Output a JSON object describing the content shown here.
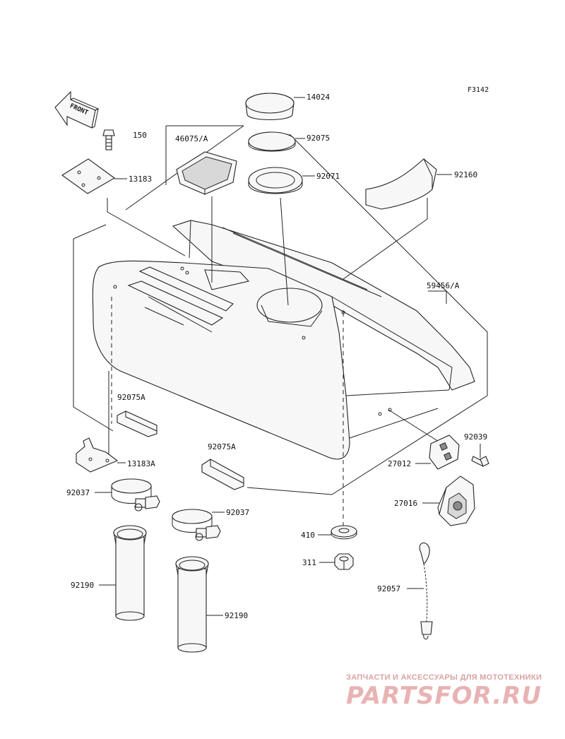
{
  "figure_code": "F3142",
  "front_arrow": {
    "text": "FRONT"
  },
  "part_labels": [
    {
      "id": "p14024",
      "text": "14024"
    },
    {
      "id": "p92075a",
      "text": "92075"
    },
    {
      "id": "p92071",
      "text": "92071"
    },
    {
      "id": "p92160",
      "text": "92160"
    },
    {
      "id": "p46075",
      "text": "46075/A"
    },
    {
      "id": "p150",
      "text": "150"
    },
    {
      "id": "p13183",
      "text": "13183"
    },
    {
      "id": "p59456",
      "text": "59456/A"
    },
    {
      "id": "p92075A1",
      "text": "92075A"
    },
    {
      "id": "p92075A2",
      "text": "92075A"
    },
    {
      "id": "p13183A",
      "text": "13183A"
    },
    {
      "id": "p92039",
      "text": "92039"
    },
    {
      "id": "p27012",
      "text": "27012"
    },
    {
      "id": "p27016",
      "text": "27016"
    },
    {
      "id": "p92037a",
      "text": "92037"
    },
    {
      "id": "p92037b",
      "text": "92037"
    },
    {
      "id": "p410",
      "text": "410"
    },
    {
      "id": "p311",
      "text": "311"
    },
    {
      "id": "p92190a",
      "text": "92190"
    },
    {
      "id": "p92190b",
      "text": "92190"
    },
    {
      "id": "p92057",
      "text": "92057"
    }
  ],
  "watermark": {
    "top": "ЗАПЧАСТИ И АКСЕССУАРЫ ДЛЯ МОТОТЕХНИКИ",
    "main": "PARTSFOR.RU"
  },
  "colors": {
    "ink": "#222222",
    "watermark": "#e9b3b3"
  }
}
